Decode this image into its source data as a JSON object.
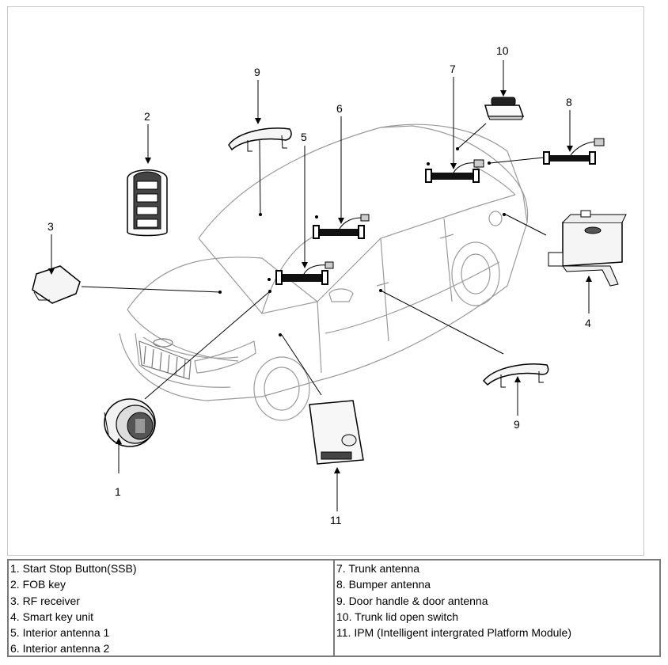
{
  "callouts": {
    "c1": "1",
    "c2": "2",
    "c3": "3",
    "c4": "4",
    "c5": "5",
    "c6": "6",
    "c7": "7",
    "c8": "8",
    "c9a": "9",
    "c9b": "9",
    "c10": "10",
    "c11": "11"
  },
  "legend": {
    "left": [
      "1. Start Stop Button(SSB)",
      "2. FOB key",
      "3. RF receiver",
      "4. Smart key unit",
      "5. Interior antenna 1",
      "6. Interior antenna 2"
    ],
    "right": [
      "7. Trunk antenna",
      "8. Bumper antenna",
      "9. Door handle & door antenna",
      "10. Trunk lid open switch",
      "11. IPM (Intelligent intergrated Platform Module)",
      ""
    ]
  }
}
